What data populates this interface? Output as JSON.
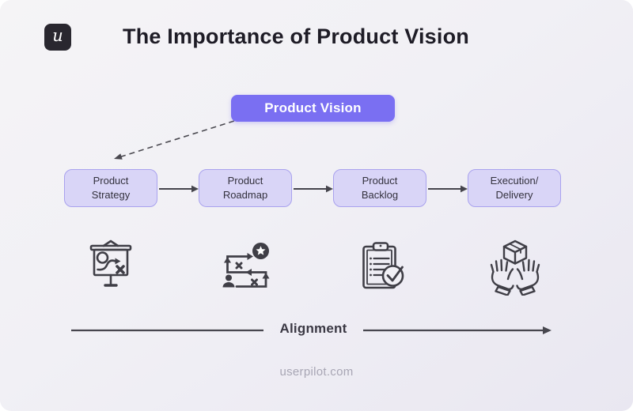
{
  "header": {
    "logo_letter": "u",
    "title": "The Importance of Product Vision"
  },
  "diagram": {
    "vision": {
      "label": "Product Vision"
    },
    "stages": [
      {
        "line1": "Product",
        "line2": "Strategy"
      },
      {
        "line1": "Product",
        "line2": "Roadmap"
      },
      {
        "line1": "Product",
        "line2": "Backlog"
      },
      {
        "line1": "Execution/",
        "line2": "Delivery"
      }
    ],
    "icons": [
      "strategy-presentation-board-icon",
      "roadmap-path-star-icon",
      "backlog-clipboard-check-icon",
      "delivery-hands-box-icon"
    ],
    "alignment_label": "Alignment"
  },
  "footer": {
    "site": "userpilot.com"
  },
  "colors": {
    "background_start": "#f5f4f6",
    "background_end": "#e9e7f1",
    "accent_purple": "#7a6ff2",
    "stage_fill": "#d9d5f7",
    "stage_border": "#a9a2ee",
    "connector": "#45444c",
    "icon_stroke": "#3f3e46",
    "title_text": "#1e1c26",
    "footer_text": "#a8a6b4",
    "logo_background": "#29272f"
  }
}
